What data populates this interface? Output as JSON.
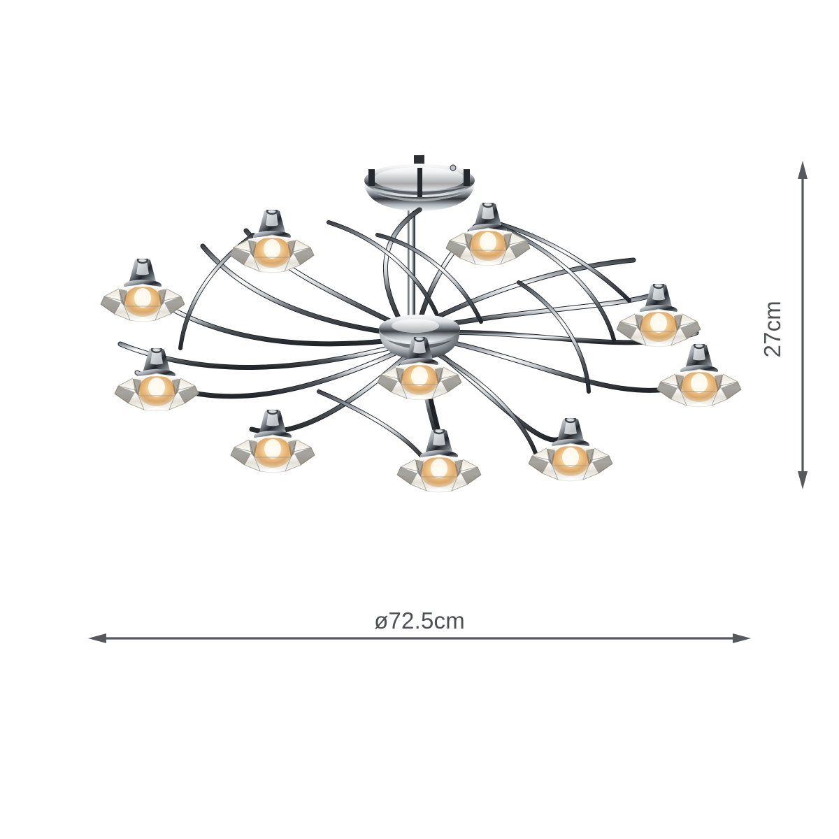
{
  "page": {
    "background_color": "#ffffff",
    "type": "product-dimension-diagram"
  },
  "product": {
    "name": "10-light semi-flush crystal ceiling light",
    "finish": "polished chrome",
    "shade_material": "clear faceted crystal glass",
    "light_count": 10,
    "colors": {
      "chrome_light": "#f4f6f7",
      "chrome_mid": "#9aa2a8",
      "chrome_dark": "#2d3134",
      "crystal_light": "#fdfdfb",
      "crystal_mid": "#d8d6cd",
      "crystal_shadow": "#8e8a7e",
      "bulb_glow": "#f2b562",
      "bulb_core": "#fff6e2"
    }
  },
  "dimensions": {
    "line_color": "#55585c",
    "text_color": "#4e5154",
    "width": {
      "label": "ø72.5cm",
      "value": 72.5,
      "unit": "cm",
      "orientation": "horizontal",
      "arrow_style": "double-headed"
    },
    "height": {
      "label": "27cm",
      "value": 27,
      "unit": "cm",
      "orientation": "vertical",
      "rotation_deg": -90,
      "arrow_style": "double-headed"
    }
  }
}
